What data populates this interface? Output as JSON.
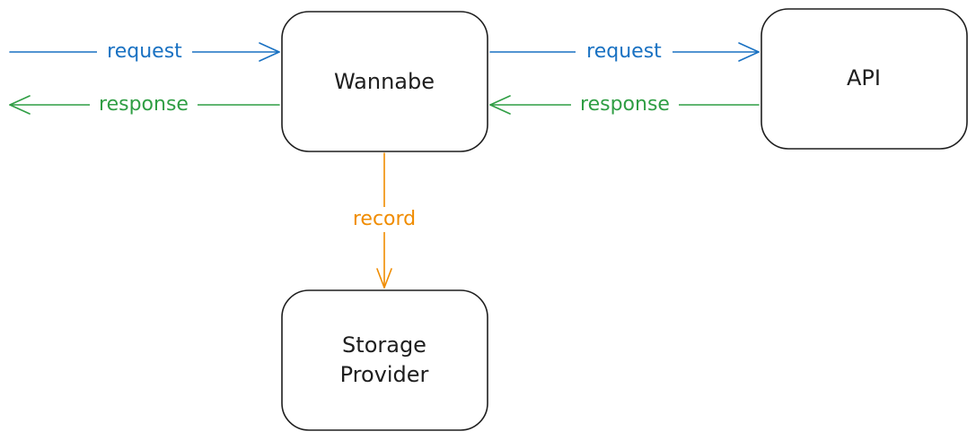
{
  "nodes": {
    "wannabe": {
      "label": "Wannabe"
    },
    "api": {
      "label": "API"
    },
    "storage": {
      "lines": [
        "Storage",
        "Provider"
      ]
    }
  },
  "edges": {
    "client_request": {
      "label": "request"
    },
    "client_response": {
      "label": "response"
    },
    "api_request": {
      "label": "request"
    },
    "api_response": {
      "label": "response"
    },
    "record": {
      "label": "record"
    }
  },
  "colors": {
    "request": "#1971c2",
    "response": "#2f9e44",
    "record": "#f08c00",
    "stroke": "#1e1e1e"
  }
}
